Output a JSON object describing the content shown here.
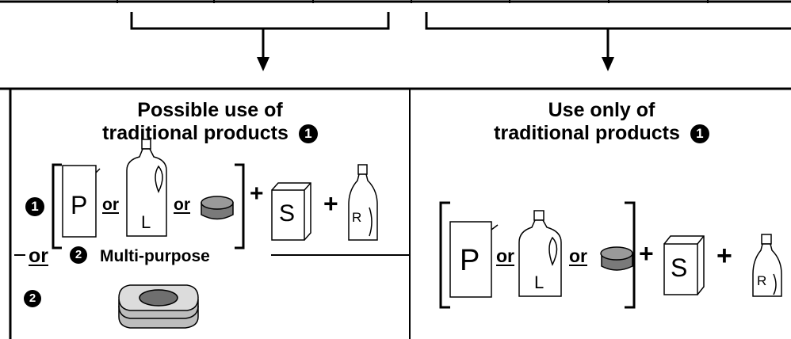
{
  "left_panel": {
    "title_line1": "Possible use of",
    "title_line2": "traditional products",
    "title_badge": "1",
    "row1_badge": "1",
    "or_1": "or",
    "or_2": "or",
    "plus_1": "+",
    "plus_2": "+",
    "label_p": "P",
    "label_l": "L",
    "label_s": "S",
    "label_r": "R",
    "or_row2": "or",
    "row2_badge_inline": "2",
    "multipurpose_label": "Multi-purpose",
    "row3_badge": "2"
  },
  "right_panel": {
    "title_line1": "Use only of",
    "title_line2": "traditional products",
    "title_badge": "1",
    "or_1": "or",
    "or_2": "or",
    "plus_1": "+",
    "plus_2": "+",
    "label_p": "P",
    "label_l": "L",
    "label_s": "S",
    "label_r": "R"
  }
}
